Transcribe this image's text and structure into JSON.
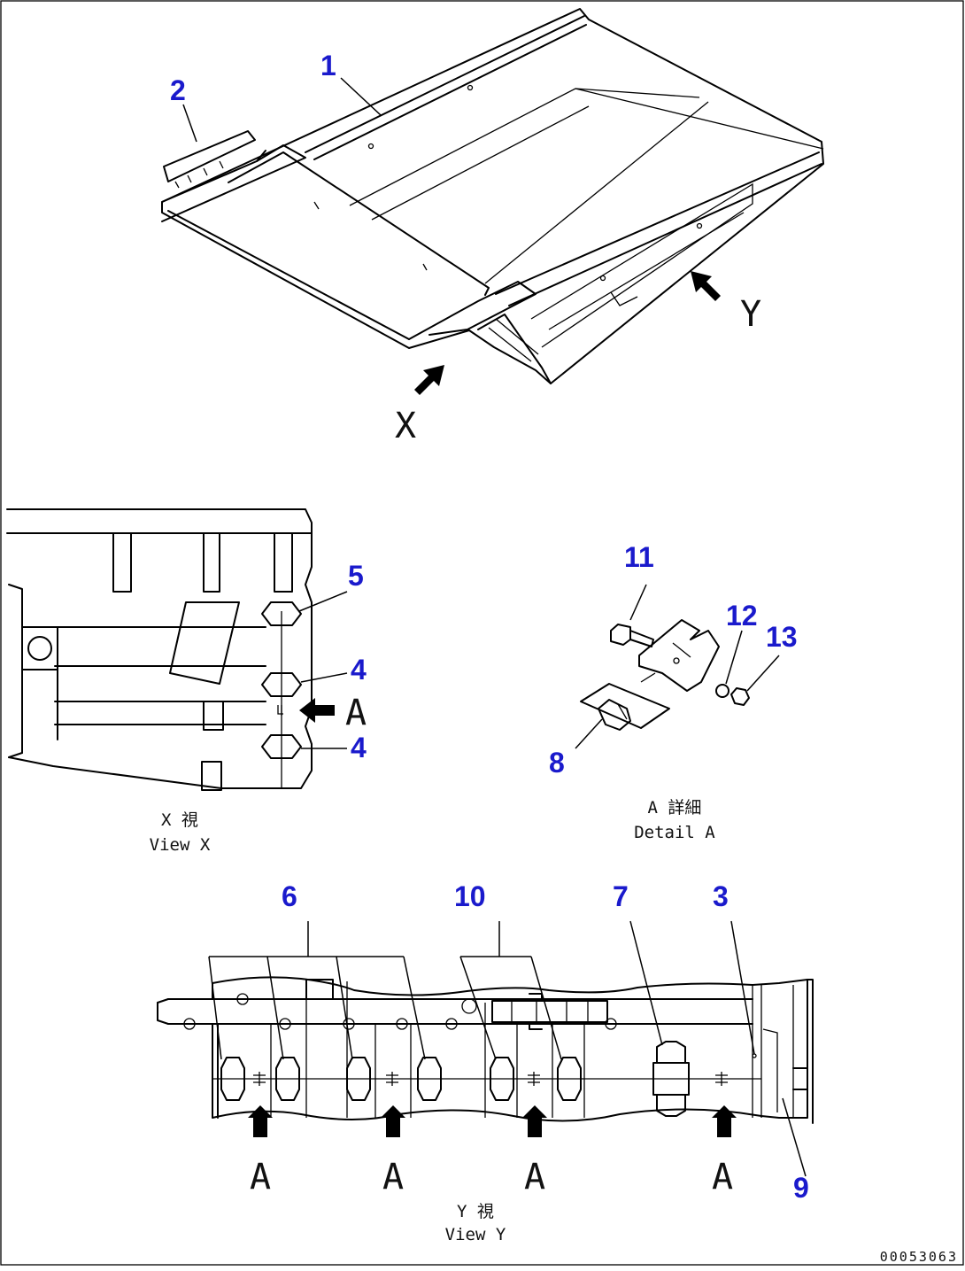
{
  "callouts": {
    "c1": "1",
    "c2": "2",
    "c3": "3",
    "c4a": "4",
    "c4b": "4",
    "c5": "5",
    "c6": "6",
    "c7": "7",
    "c8": "8",
    "c9": "9",
    "c10": "10",
    "c11": "11",
    "c12": "12",
    "c13": "13"
  },
  "view_letters": {
    "x": "X",
    "y": "Y",
    "a_view_x": "A",
    "a1": "A",
    "a2": "A",
    "a3": "A",
    "a4": "A"
  },
  "captions": {
    "view_x_jp": "X 視",
    "view_x_en": "View X",
    "detail_a_jp": "A 詳細",
    "detail_a_en": "Detail A",
    "view_y_jp": "Y 視",
    "view_y_en": "View Y"
  },
  "drawing_code": "00053063",
  "colors": {
    "callout": "#1a1acc",
    "line": "#000000",
    "background": "#ffffff"
  }
}
